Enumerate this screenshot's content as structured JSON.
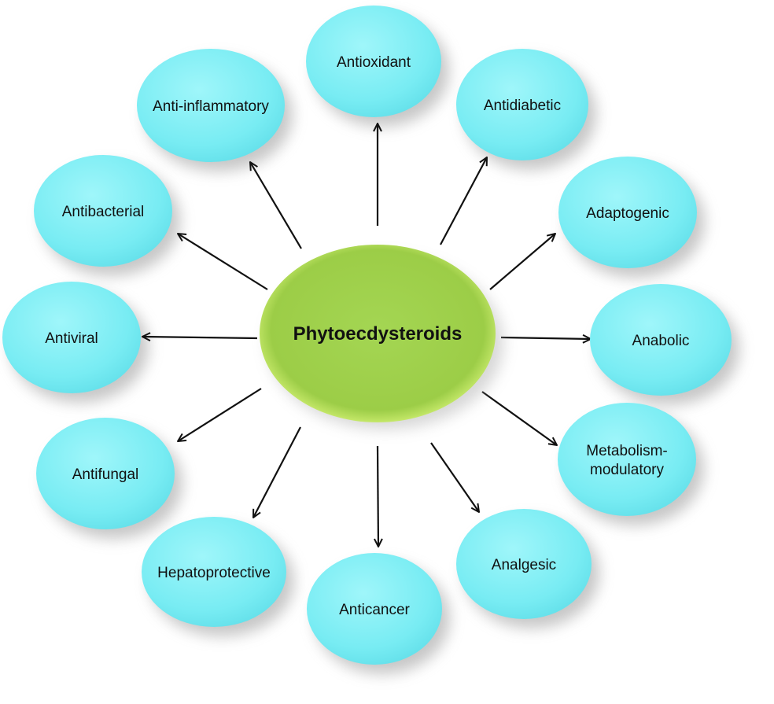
{
  "diagram": {
    "center": {
      "label": "Phytoecdysteroids"
    },
    "nodes": [
      {
        "id": "antioxidant",
        "lines": [
          "Antioxidant"
        ]
      },
      {
        "id": "antidiabetic",
        "lines": [
          "Antidiabetic"
        ]
      },
      {
        "id": "adaptogenic",
        "lines": [
          "Adaptogenic"
        ]
      },
      {
        "id": "anabolic",
        "lines": [
          "Anabolic"
        ]
      },
      {
        "id": "metabolism-modulatory",
        "lines": [
          "Metabolism-",
          "modulatory"
        ]
      },
      {
        "id": "analgesic",
        "lines": [
          "Analgesic"
        ]
      },
      {
        "id": "anticancer",
        "lines": [
          "Anticancer"
        ]
      },
      {
        "id": "hepatoprotective",
        "lines": [
          "Hepatoprotective"
        ]
      },
      {
        "id": "antifungal",
        "lines": [
          "Antifungal"
        ]
      },
      {
        "id": "antiviral",
        "lines": [
          "Antiviral"
        ]
      },
      {
        "id": "antibacterial",
        "lines": [
          "Antibacterial"
        ]
      },
      {
        "id": "anti-inflammatory",
        "lines": [
          "Anti-inflammatory"
        ]
      }
    ],
    "colors": {
      "center_fill": "#9ed14a",
      "center_rim": "#d6f27a",
      "node_fill": "#7feff6",
      "node_highlight": "#c9fbfd",
      "arrow": "#111111",
      "shadow": "#9a9a9a"
    }
  }
}
